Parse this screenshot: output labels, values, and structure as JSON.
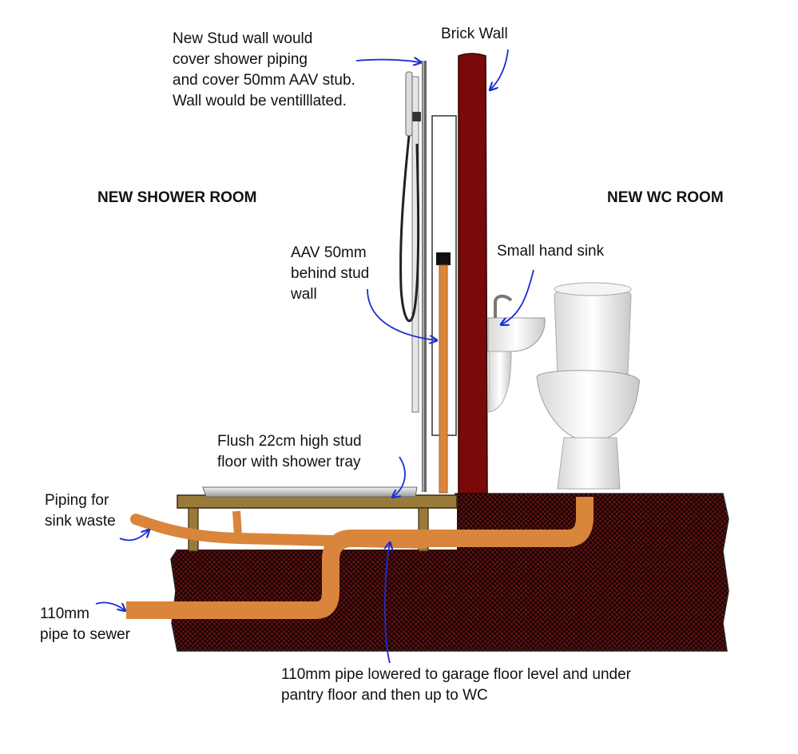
{
  "diagram": {
    "titles": {
      "shower_room": "NEW SHOWER ROOM",
      "wc_room": "NEW WC ROOM"
    },
    "labels": {
      "stud_wall": [
        "New Stud wall would",
        "cover shower piping",
        "and cover 50mm AAV stub.",
        "Wall would be ventilllated."
      ],
      "brick_wall": "Brick Wall",
      "small_hand_sink": "Small hand sink",
      "aav": [
        "AAV 50mm",
        "behind stud",
        "wall"
      ],
      "stud_floor": [
        "Flush 22cm high stud",
        "floor with shower tray"
      ],
      "sink_waste": [
        "Piping for",
        "sink waste"
      ],
      "sewer_pipe": [
        "110mm",
        "pipe to sewer"
      ],
      "lowered_pipe": [
        "110mm pipe lowered to garage floor level and under",
        "pantry floor and then up to WC"
      ]
    },
    "colors": {
      "pipe": "#d9853b",
      "brick_wall": "#7a0a0a",
      "floor": "#5a0f0f",
      "stud_wood": "#9a7a3a",
      "arrow": "#1a2fd6"
    }
  }
}
